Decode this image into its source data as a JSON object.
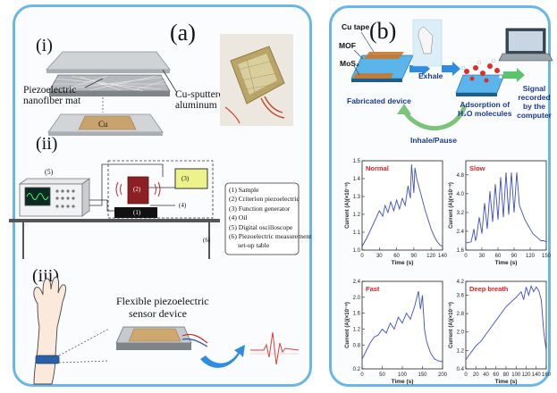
{
  "panel_a": {
    "label": "(a)",
    "i": {
      "label": "(i)",
      "mat": "Piezoelectric nanofiber mat",
      "foil": "Cu-sputtered aluminum foil",
      "cu": "Cu"
    },
    "ii": {
      "label": "(ii)",
      "n5": "(5)",
      "n1": "(1)",
      "n2": "(2)",
      "n3": "(3)",
      "n4": "(4)",
      "n6": "(6)",
      "legend": [
        "(1) Sample",
        "(2) Criterion piezoelectric",
        "(3) Function generator",
        "(4) Oil",
        "(5) Digital oscilloscope",
        "(6) Piezoelectric measurement",
        "set-up table"
      ]
    },
    "iii": {
      "label": "(iii)",
      "device_line1": "Flexible piezoelectric",
      "device_line2": "sensor device"
    }
  },
  "panel_b": {
    "label": "(b)",
    "schematic": {
      "cu_tape": "Cu tape",
      "mof": "MOF",
      "mos2": "MoS₂",
      "fabricated": "Fabricated device",
      "exhale": "Exhale",
      "adsorption_1": "Adsorption of",
      "adsorption_2": "H₂O molecules",
      "signal_1": "Signal recorded",
      "signal_2": "by the",
      "signal_3": "computer",
      "inhale": "Inhale/Pause"
    }
  },
  "chart_data": [
    {
      "type": "line",
      "title": "Normal",
      "xlabel": "Time (s)",
      "ylabel": "Current (A)(×10⁻⁸)",
      "xlim": [
        0,
        140
      ],
      "ylim": [
        1.0,
        1.5
      ],
      "xticks": [
        "0",
        "30",
        "60",
        "90",
        "120",
        "140"
      ],
      "yticks": [
        "1.0",
        "1.1",
        "1.2",
        "1.3",
        "1.4",
        "1.5"
      ],
      "x": [
        0,
        10,
        20,
        30,
        36,
        40,
        45,
        50,
        55,
        60,
        65,
        70,
        75,
        80,
        84,
        86,
        90,
        92,
        95,
        100,
        105,
        110,
        115,
        120,
        125,
        130,
        135,
        140
      ],
      "y": [
        1.02,
        1.08,
        1.15,
        1.22,
        1.19,
        1.25,
        1.21,
        1.27,
        1.22,
        1.28,
        1.23,
        1.29,
        1.25,
        1.36,
        1.29,
        1.48,
        1.32,
        1.46,
        1.4,
        1.34,
        1.28,
        1.22,
        1.17,
        1.12,
        1.08,
        1.05,
        1.03,
        1.02
      ]
    },
    {
      "type": "line",
      "title": "Slow",
      "xlabel": "Time (s)",
      "ylabel": "Current (A)(×10⁻⁸)",
      "xlim": [
        0,
        150
      ],
      "ylim": [
        1.6,
        5.4
      ],
      "xticks": [
        "0",
        "30",
        "60",
        "90",
        "120",
        "150"
      ],
      "yticks": [
        "1.6",
        "2.4",
        "3.2",
        "4.0",
        "4.8"
      ],
      "x": [
        0,
        10,
        15,
        18,
        20,
        25,
        30,
        35,
        40,
        45,
        50,
        55,
        60,
        65,
        70,
        75,
        80,
        85,
        90,
        95,
        100,
        105,
        110,
        115,
        120,
        125,
        130,
        135,
        140,
        145,
        150
      ],
      "y": [
        1.9,
        1.95,
        2.5,
        2.0,
        2.15,
        3.0,
        2.3,
        3.6,
        2.5,
        4.1,
        2.8,
        4.4,
        2.9,
        4.7,
        3.0,
        4.9,
        3.1,
        4.9,
        3.2,
        4.9,
        3.5,
        3.2,
        2.9,
        2.7,
        2.5,
        2.3,
        2.2,
        2.1,
        2.0,
        2.0,
        1.95
      ]
    },
    {
      "type": "line",
      "title": "Fast",
      "xlabel": "Time (s)",
      "ylabel": "Current (A)(×10⁻⁸)",
      "xlim": [
        0,
        200
      ],
      "ylim": [
        0.2,
        2.4
      ],
      "xticks": [
        "0",
        "50",
        "100",
        "150",
        "200"
      ],
      "yticks": [
        "0.2",
        "0.8",
        "1.2",
        "1.6",
        "2.0",
        "2.4"
      ],
      "x": [
        0,
        10,
        20,
        30,
        40,
        50,
        60,
        70,
        80,
        90,
        100,
        110,
        120,
        130,
        140,
        145,
        150,
        155,
        160,
        170,
        180,
        190,
        200
      ],
      "y": [
        0.45,
        0.65,
        0.85,
        1.0,
        1.05,
        1.2,
        1.1,
        1.35,
        1.2,
        1.5,
        1.35,
        1.6,
        1.45,
        1.75,
        2.15,
        1.7,
        2.05,
        1.2,
        0.9,
        0.6,
        0.45,
        0.4,
        0.38
      ]
    },
    {
      "type": "line",
      "title": "Deep breath",
      "xlabel": "Time (s)",
      "ylabel": "Current (A)(×10⁻⁸)",
      "xlim": [
        0,
        160
      ],
      "ylim": [
        0.4,
        4.2
      ],
      "xticks": [
        "0",
        "20",
        "40",
        "60",
        "80",
        "100",
        "120",
        "140",
        "160"
      ],
      "yticks": [
        "0.4",
        "1.2",
        "2.0",
        "2.8",
        "3.6",
        "4.2"
      ],
      "x": [
        0,
        10,
        20,
        30,
        40,
        50,
        60,
        70,
        80,
        90,
        100,
        110,
        115,
        120,
        125,
        130,
        135,
        140,
        145,
        150,
        155,
        160
      ],
      "y": [
        0.8,
        1.1,
        1.4,
        1.6,
        1.9,
        2.2,
        2.5,
        2.8,
        3.1,
        3.3,
        3.5,
        3.75,
        3.4,
        3.95,
        3.6,
        4.0,
        3.75,
        3.95,
        3.8,
        3.4,
        2.0,
        1.2
      ]
    }
  ]
}
